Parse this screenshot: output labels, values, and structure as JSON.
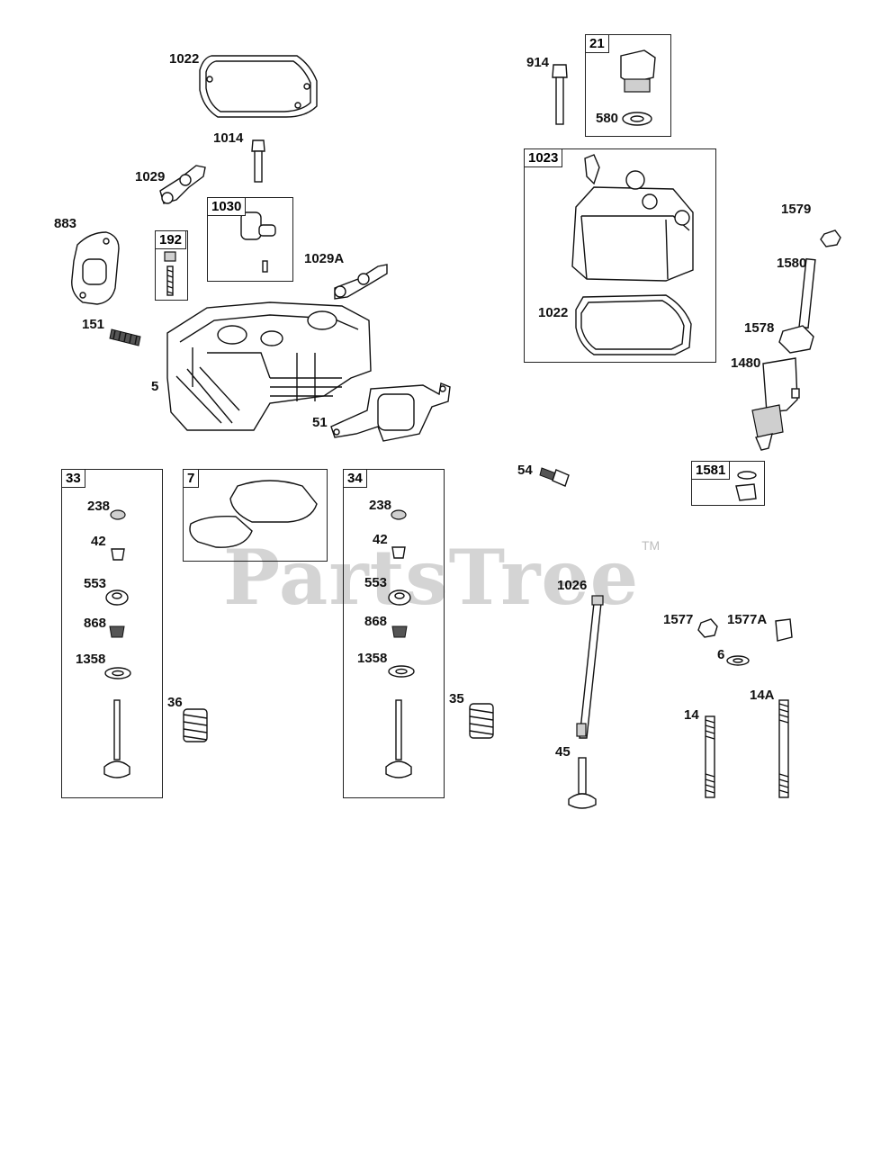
{
  "watermark": {
    "text": "PartsTree",
    "tm": "TM"
  },
  "boxes": {
    "b21": "21",
    "b1023": "1023",
    "b1030": "1030",
    "b192": "192",
    "b1581": "1581",
    "b33": "33",
    "b7": "7",
    "b34": "34"
  },
  "labels": {
    "l1022a": "1022",
    "l1014": "1014",
    "l1029": "1029",
    "l883": "883",
    "l1029A": "1029A",
    "l151": "151",
    "l5": "5",
    "l51": "51",
    "l914": "914",
    "l580": "580",
    "l1022b": "1022",
    "l1579": "1579",
    "l1580": "1580",
    "l1578": "1578",
    "l1480": "1480",
    "l54": "54",
    "l238a": "238",
    "l42a": "42",
    "l553a": "553",
    "l868a": "868",
    "l1358a": "1358",
    "l36": "36",
    "l238b": "238",
    "l42b": "42",
    "l553b": "553",
    "l868b": "868",
    "l1358b": "1358",
    "l35": "35",
    "l1026": "1026",
    "l45": "45",
    "l1577": "1577",
    "l1577A": "1577A",
    "l6": "6",
    "l14": "14",
    "l14A": "14A"
  }
}
